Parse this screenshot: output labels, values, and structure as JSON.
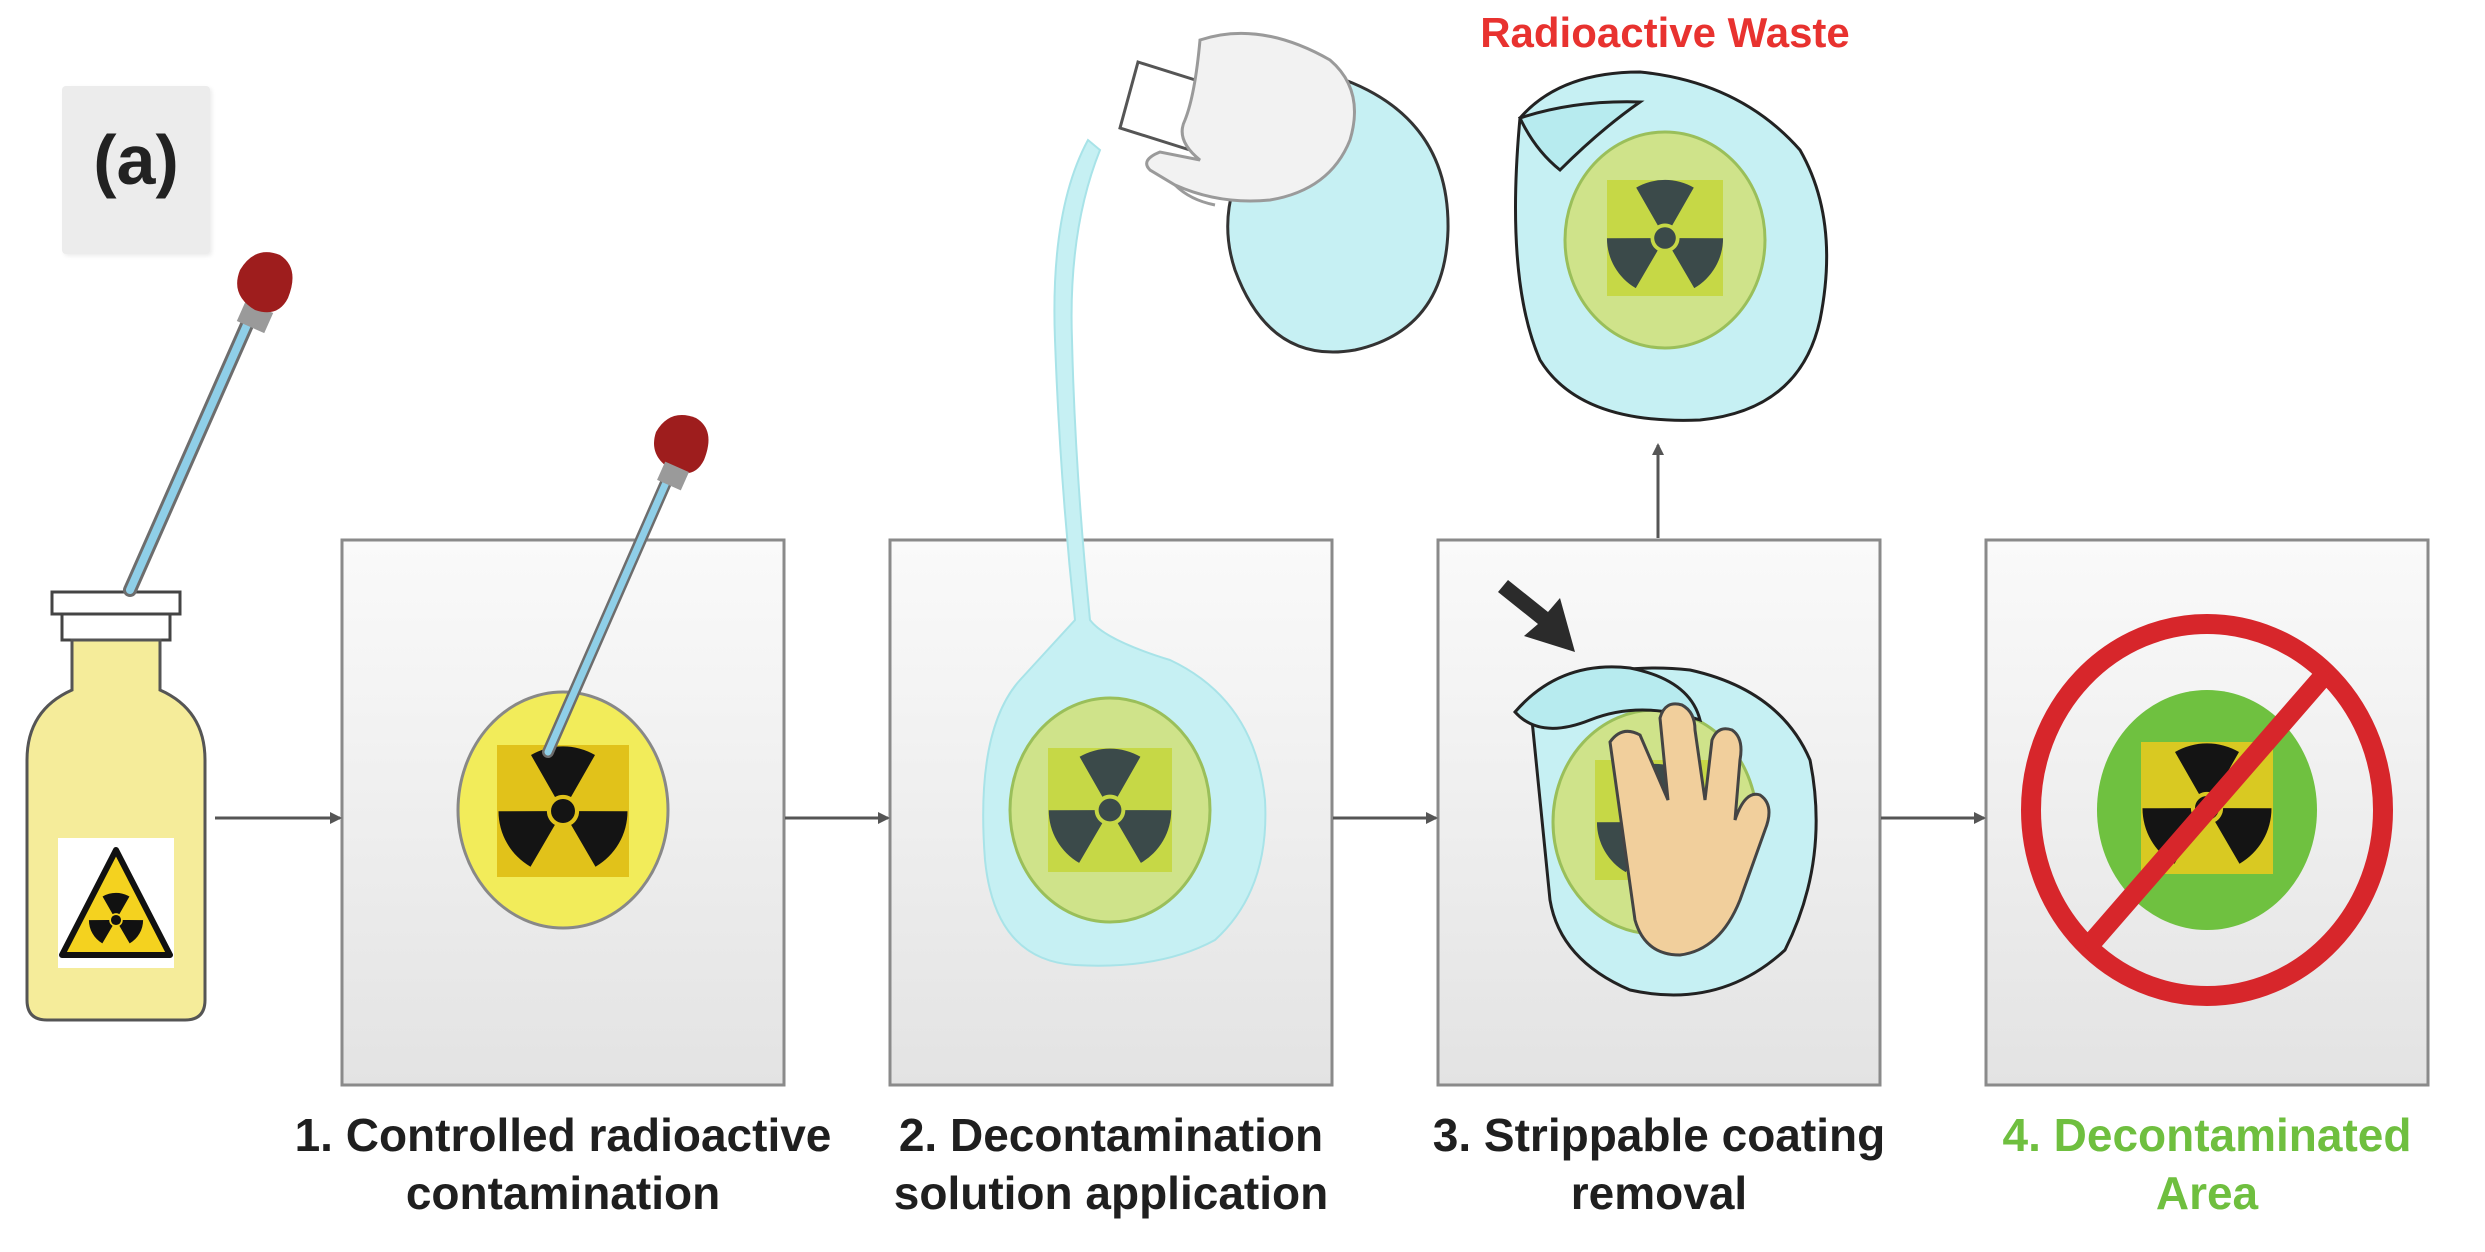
{
  "panel_label": "(a)",
  "waste_label": "Radioactive Waste",
  "steps": [
    {
      "line1": "1. Controlled radioactive",
      "line2": "contamination"
    },
    {
      "line1": "2. Decontamination",
      "line2": "solution application"
    },
    {
      "line1": "3. Strippable coating",
      "line2": "removal"
    },
    {
      "line1": "4. Decontaminated",
      "line2": "Area"
    }
  ],
  "colors": {
    "waste_label": "#e8322f",
    "final_step_label": "#6fbf3f",
    "box_fill": "#eeeeee",
    "box_stroke": "#8a8a8a",
    "liquid": "#bfeff2",
    "trefoil": "#1b1b1b",
    "prohibition": "#d7262b"
  },
  "icons": [
    "bottle-icon",
    "dropper-icon",
    "radiation-trefoil-icon",
    "hazard-triangle-icon",
    "gloved-hand-icon",
    "bowl-icon",
    "hand-icon",
    "pointer-arrow-icon",
    "prohibition-sign-icon"
  ]
}
